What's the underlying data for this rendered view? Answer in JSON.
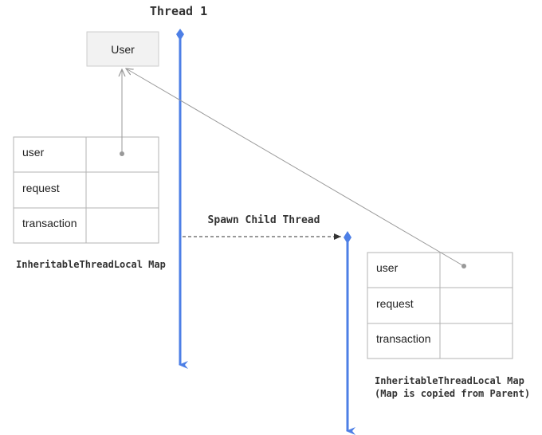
{
  "thread_title": "Thread 1",
  "user_box_label": "User",
  "spawn_label": "Spawn Child Thread",
  "parent_map": {
    "rows": [
      "user",
      "request",
      "transaction"
    ],
    "caption": "InheritableThreadLocal Map"
  },
  "child_map": {
    "rows": [
      "user",
      "request",
      "transaction"
    ],
    "caption_line1": "InheritableThreadLocal Map",
    "caption_line2": "(Map is copied from Parent)"
  },
  "colors": {
    "thread_line": "#4d7fe6",
    "box_fill": "#f2f2f2",
    "box_stroke": "#cccccc",
    "reference_line": "#999999",
    "table_border": "#b3b3b3"
  }
}
